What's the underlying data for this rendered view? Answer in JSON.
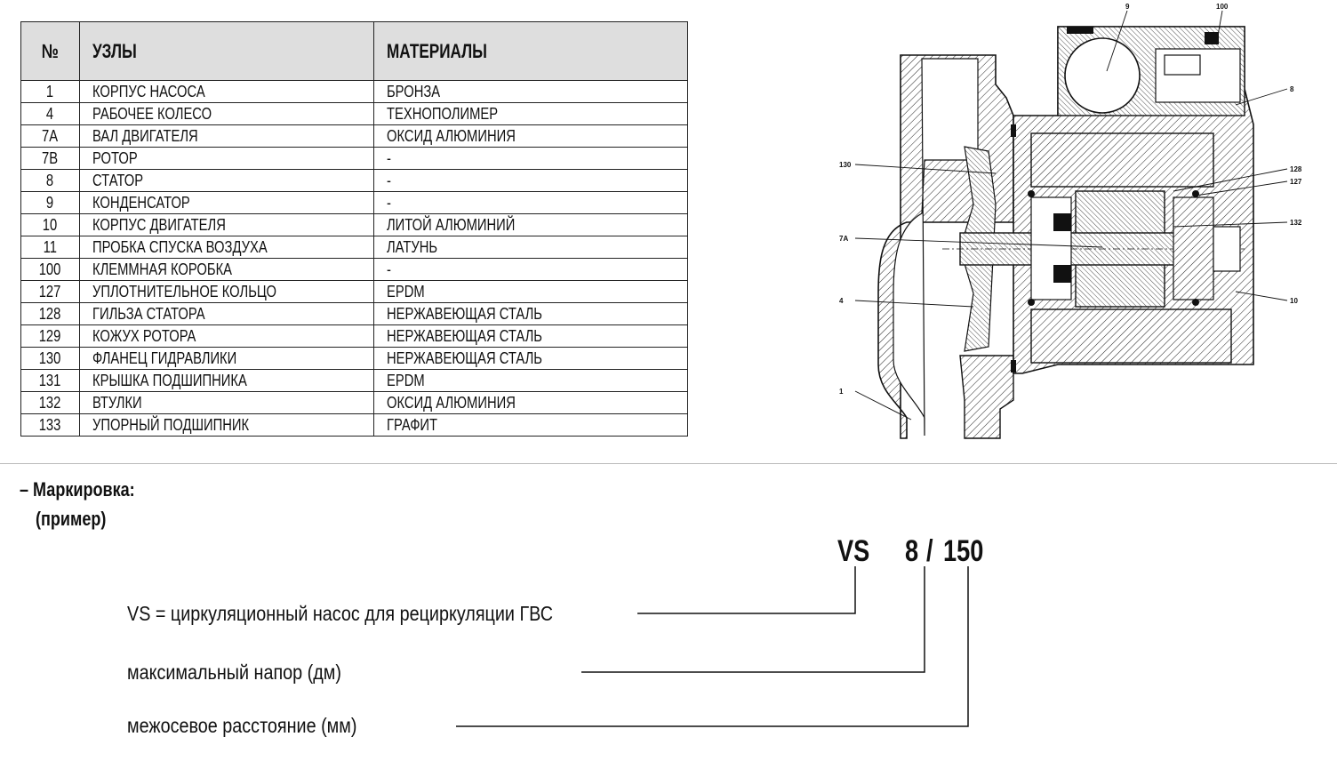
{
  "parts_table": {
    "headers": {
      "no": "№",
      "unit": "УЗЛЫ",
      "material": "МАТЕРИАЛЫ"
    },
    "rows": [
      {
        "no": "1",
        "unit": "КОРПУС НАСОСА",
        "material": "БРОНЗА"
      },
      {
        "no": "4",
        "unit": "РАБОЧЕЕ КОЛЕСО",
        "material": "ТЕХНОПОЛИМЕР"
      },
      {
        "no": "7A",
        "unit": "ВАЛ ДВИГАТЕЛЯ",
        "material": "ОКСИД АЛЮМИНИЯ"
      },
      {
        "no": "7B",
        "unit": "РОТОР",
        "material": "-"
      },
      {
        "no": "8",
        "unit": "СТАТОР",
        "material": "-"
      },
      {
        "no": "9",
        "unit": "КОНДЕНСАТОР",
        "material": "-"
      },
      {
        "no": "10",
        "unit": "КОРПУС ДВИГАТЕЛЯ",
        "material": "ЛИТОЙ АЛЮМИНИЙ"
      },
      {
        "no": "11",
        "unit": "ПРОБКА СПУСКА ВОЗДУХА",
        "material": "ЛАТУНЬ"
      },
      {
        "no": "100",
        "unit": "КЛЕММНАЯ КОРОБКА",
        "material": "-"
      },
      {
        "no": "127",
        "unit": "УПЛОТНИТЕЛЬНОЕ КОЛЬЦО",
        "material": "EPDM"
      },
      {
        "no": "128",
        "unit": "ГИЛЬЗА СТАТОРА",
        "material": "НЕРЖАВЕЮЩАЯ СТАЛЬ"
      },
      {
        "no": "129",
        "unit": "КОЖУХ РОТОРА",
        "material": "НЕРЖАВЕЮЩАЯ СТАЛЬ"
      },
      {
        "no": "130",
        "unit": "ФЛАНЕЦ ГИДРАВЛИКИ",
        "material": "НЕРЖАВЕЮЩАЯ СТАЛЬ"
      },
      {
        "no": "131",
        "unit": "КРЫШКА ПОДШИПНИКА",
        "material": "EPDM"
      },
      {
        "no": "132",
        "unit": "ВТУЛКИ",
        "material": "ОКСИД АЛЮМИНИЯ"
      },
      {
        "no": "133",
        "unit": "УПОРНЫЙ ПОДШИПНИК",
        "material": "ГРАФИТ"
      }
    ]
  },
  "diagram": {
    "callouts": {
      "c9": "9",
      "c100": "100",
      "c8": "8",
      "c130": "130",
      "c128": "128",
      "c127": "127",
      "c132": "132",
      "c7a": "7A",
      "c4": "4",
      "c10": "10",
      "c1": "1"
    }
  },
  "marking": {
    "title": "– Маркировка:",
    "subtitle": "(пример)",
    "code": {
      "series": "VS",
      "head": "8",
      "slash": "/",
      "distance": "150"
    },
    "legend": {
      "series": "VS  = циркуляционный насос для рециркуляции ГВС",
      "head": "максимальный напор (дм)",
      "distance": "межосевое расстояние (мм)"
    }
  }
}
